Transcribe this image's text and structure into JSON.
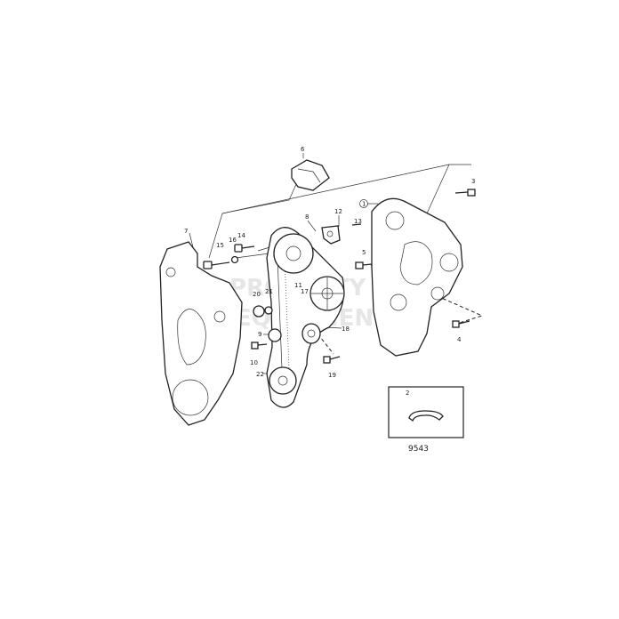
{
  "diagram": {
    "callouts": [
      "1",
      "2",
      "3",
      "4",
      "5",
      "6",
      "7",
      "8",
      "9",
      "10",
      "11",
      "12",
      "13",
      "14",
      "15",
      "16",
      "17",
      "18",
      "19",
      "20",
      "21",
      "22"
    ],
    "figure_number": "9543",
    "watermark": "PROPERTY OF EQUIPMENT"
  }
}
